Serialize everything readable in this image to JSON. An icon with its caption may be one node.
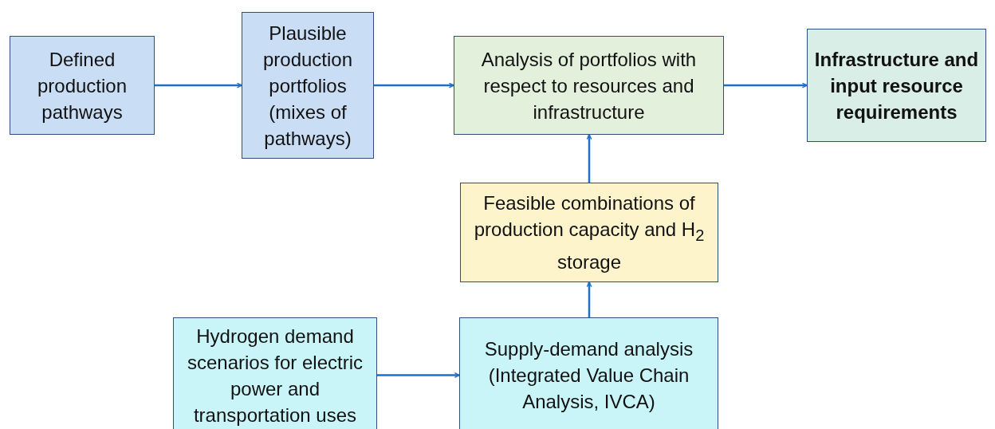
{
  "diagram": {
    "nodes": [
      {
        "text": [
          "Defined production pathways"
        ]
      },
      {
        "text": [
          "Plausible production portfolios (mixes of pathways)"
        ]
      },
      {
        "text": [
          "Analysis of portfolios with respect to resources and infrastructure"
        ]
      },
      {
        "text": [
          "Infrastructure and input resource requirements"
        ]
      },
      {
        "text": [
          "Feasible combinations of production capacity and H$_{2}$ storage"
        ]
      },
      {
        "text": [
          "Hydrogen demand scenarios for electric power and transportation uses"
        ]
      },
      {
        "text": [
          "Supply-demand analysis (Integrated Value Chain Analysis, IVCA)"
        ]
      }
    ],
    "edges": [
      {
        "from": 0,
        "to": 1,
        "arrow": "to"
      },
      {
        "from": 1,
        "to": 2,
        "arrow": "to"
      },
      {
        "from": 2,
        "to": 3,
        "arrow": "to"
      },
      {
        "from": 4,
        "to": 2,
        "arrow": "to"
      },
      {
        "from": 6,
        "to": 4,
        "arrow": "to"
      },
      {
        "from": 5,
        "to": 6,
        "arrow": "to"
      }
    ]
  }
}
